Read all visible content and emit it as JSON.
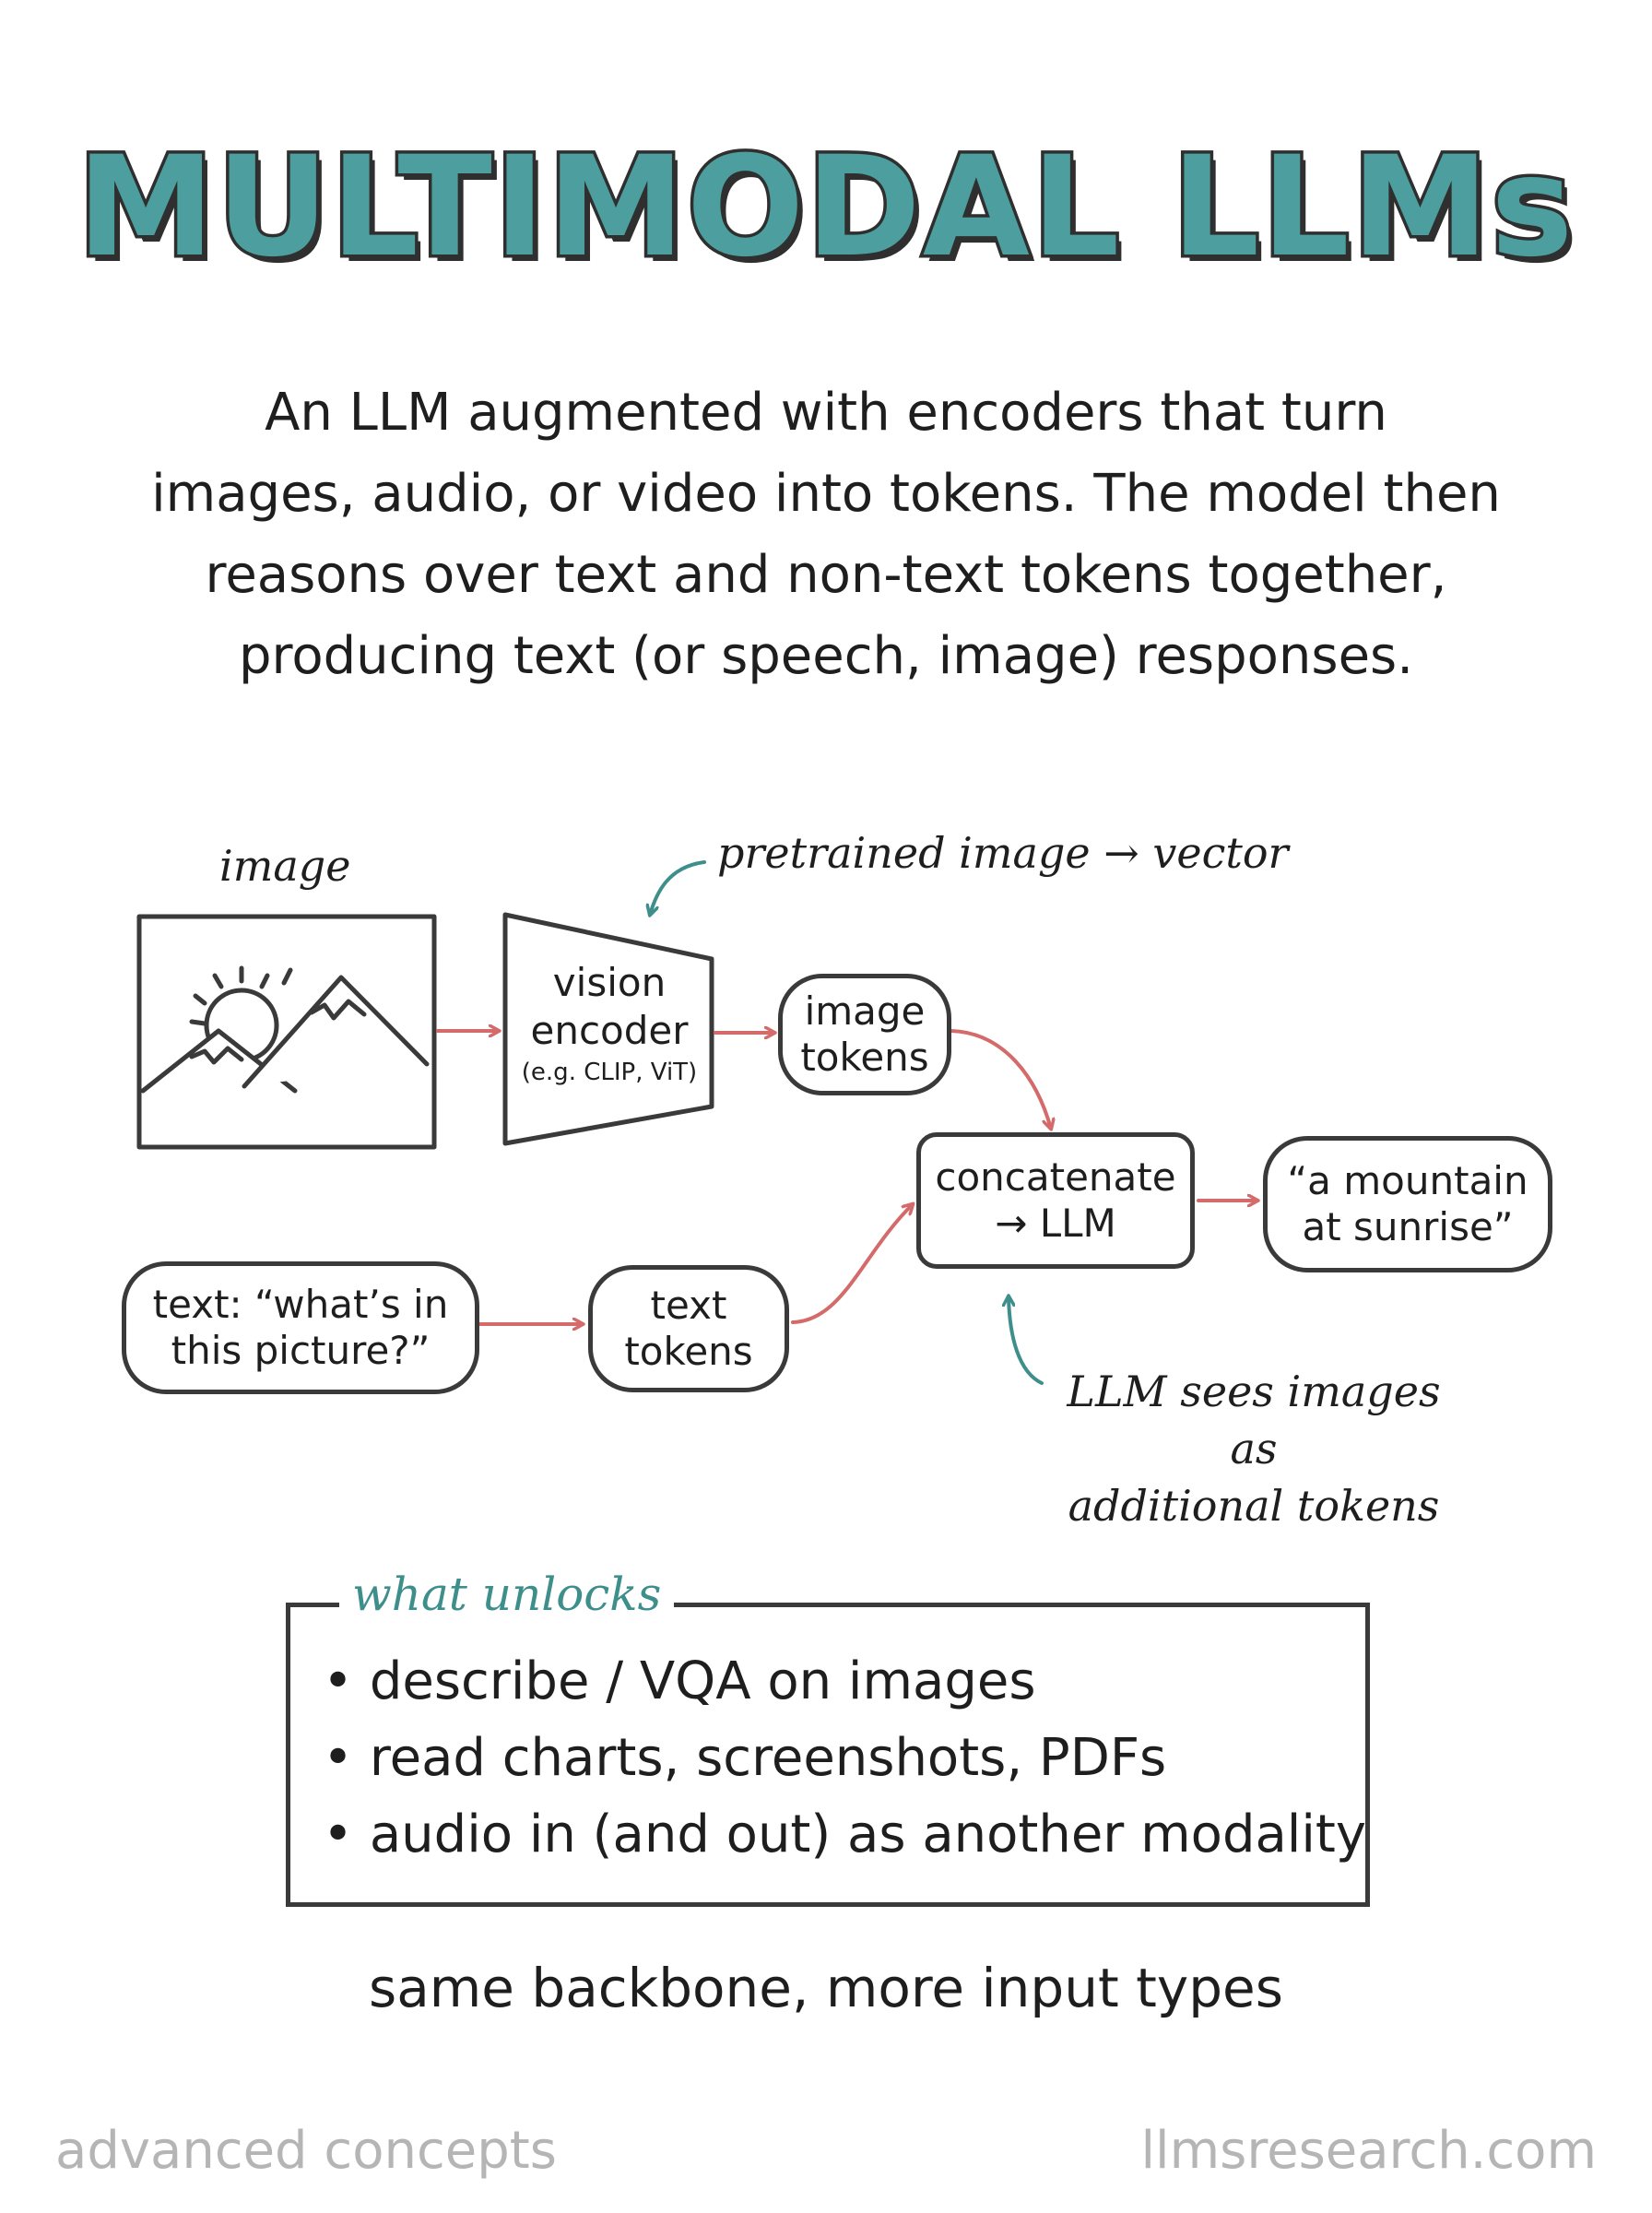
{
  "title": "MULTIMODAL LLMs",
  "description": [
    "An LLM augmented with encoders that turn",
    "images, audio, or video into tokens. The model then",
    "reasons over text and non-text tokens together,",
    "producing text (or speech, image) responses."
  ],
  "diagram": {
    "image_label": "image",
    "pretrained_note": "pretrained image → vector",
    "vision_encoder": {
      "line1": "vision",
      "line2": "encoder",
      "sub": "(e.g. CLIP, ViT)"
    },
    "image_tokens": {
      "line1": "image",
      "line2": "tokens"
    },
    "concatenate": {
      "line1": "concatenate",
      "line2": "→ LLM"
    },
    "output": {
      "line1": "“a mountain",
      "line2": "at sunrise”"
    },
    "text_input": {
      "line1": "text: “what’s in",
      "line2": "this picture?”"
    },
    "text_tokens": {
      "line1": "text",
      "line2": "tokens"
    },
    "llm_note": {
      "line1": "LLM sees images as",
      "line2": "additional tokens"
    }
  },
  "unlocks": {
    "title": "what unlocks",
    "items": [
      "describe / VQA on images",
      "read charts, screenshots, PDFs",
      "audio in (and out) as another modality"
    ]
  },
  "tagline": "same backbone, more input types",
  "footer": {
    "left": "advanced concepts",
    "right": "llmsresearch.com"
  },
  "colors": {
    "teal": "#4d9e9e",
    "arrow": "#d46a6a",
    "ink": "#3a3a3a",
    "footer": "#b5b5b5"
  }
}
